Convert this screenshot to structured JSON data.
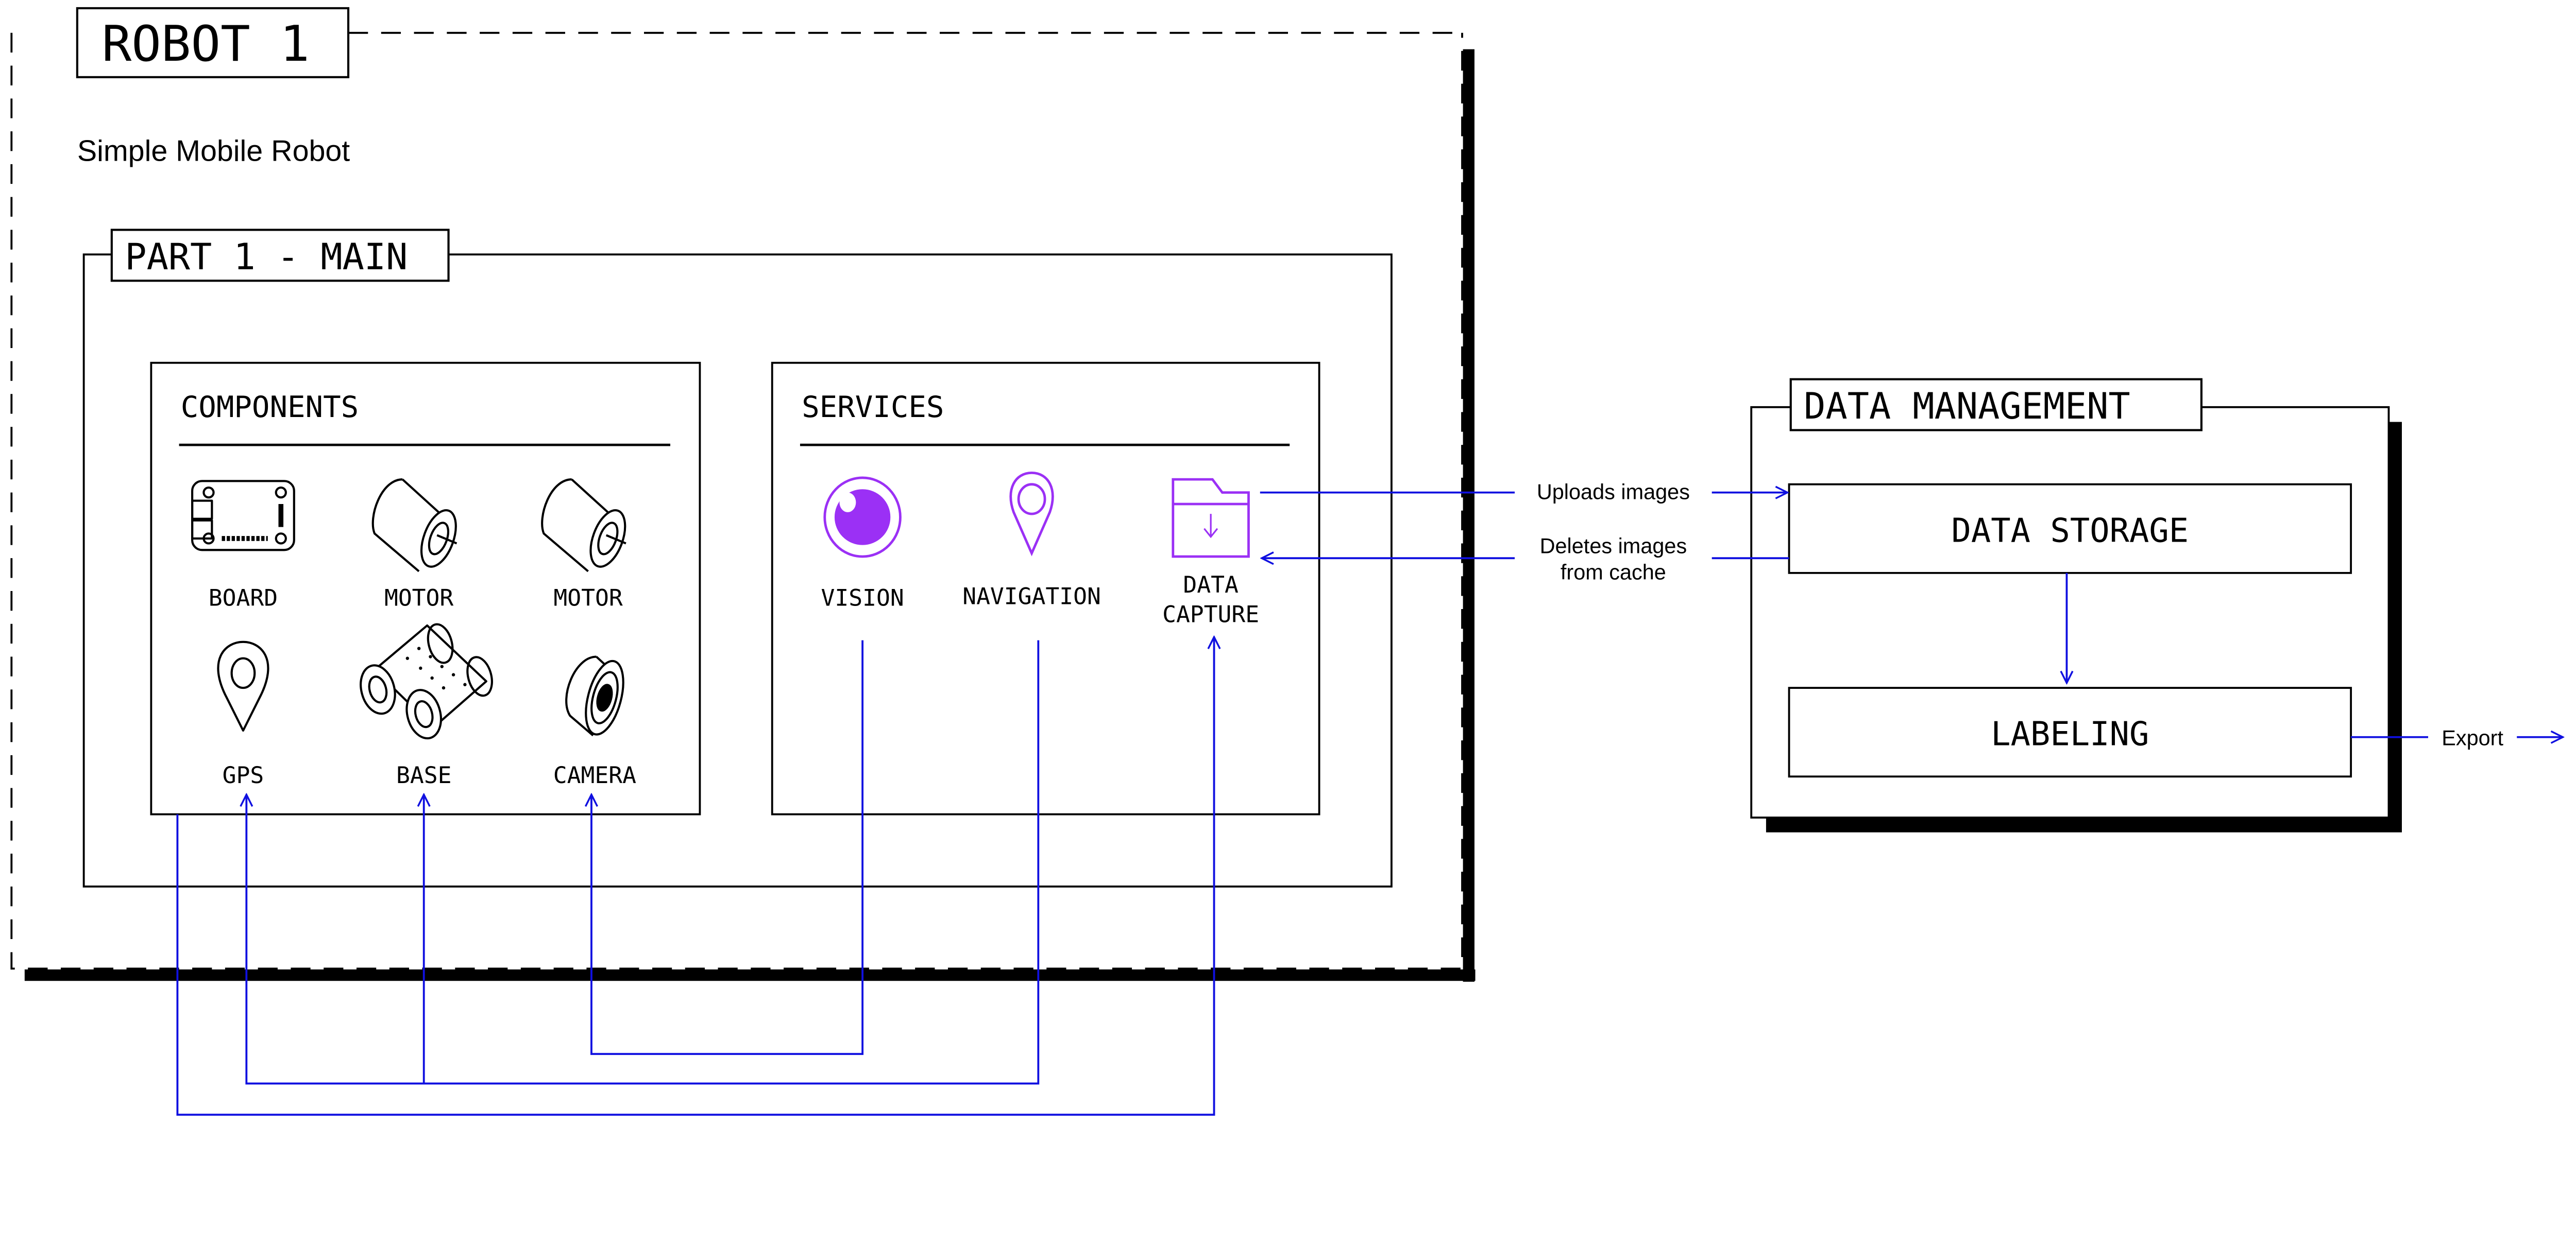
{
  "robot": {
    "title": "ROBOT 1",
    "subtitle": "Simple Mobile Robot",
    "part": {
      "title": "PART 1 - MAIN",
      "components": {
        "title": "COMPONENTS",
        "items": [
          {
            "label": "BOARD",
            "icon": "board-icon"
          },
          {
            "label": "MOTOR",
            "icon": "motor-icon"
          },
          {
            "label": "MOTOR",
            "icon": "motor-icon"
          },
          {
            "label": "GPS",
            "icon": "map-pin-icon"
          },
          {
            "label": "BASE",
            "icon": "rover-base-icon"
          },
          {
            "label": "CAMERA",
            "icon": "camera-icon"
          }
        ]
      },
      "services": {
        "title": "SERVICES",
        "items": [
          {
            "label": "VISION",
            "icon": "eye-icon"
          },
          {
            "label": "NAVIGATION",
            "icon": "map-pin-icon"
          },
          {
            "label_line1": "DATA",
            "label_line2": "CAPTURE",
            "icon": "folder-download-icon"
          }
        ]
      }
    }
  },
  "data_management": {
    "title": "DATA MANAGEMENT",
    "storage": "DATA STORAGE",
    "labeling": "LABELING"
  },
  "flows": {
    "uploads": "Uploads images",
    "deletes_line1": "Deletes images",
    "deletes_line2": "from cache",
    "export": "Export"
  },
  "colors": {
    "connector": "#1010e0",
    "service_accent": "#9b30f5",
    "outline": "#000000"
  }
}
